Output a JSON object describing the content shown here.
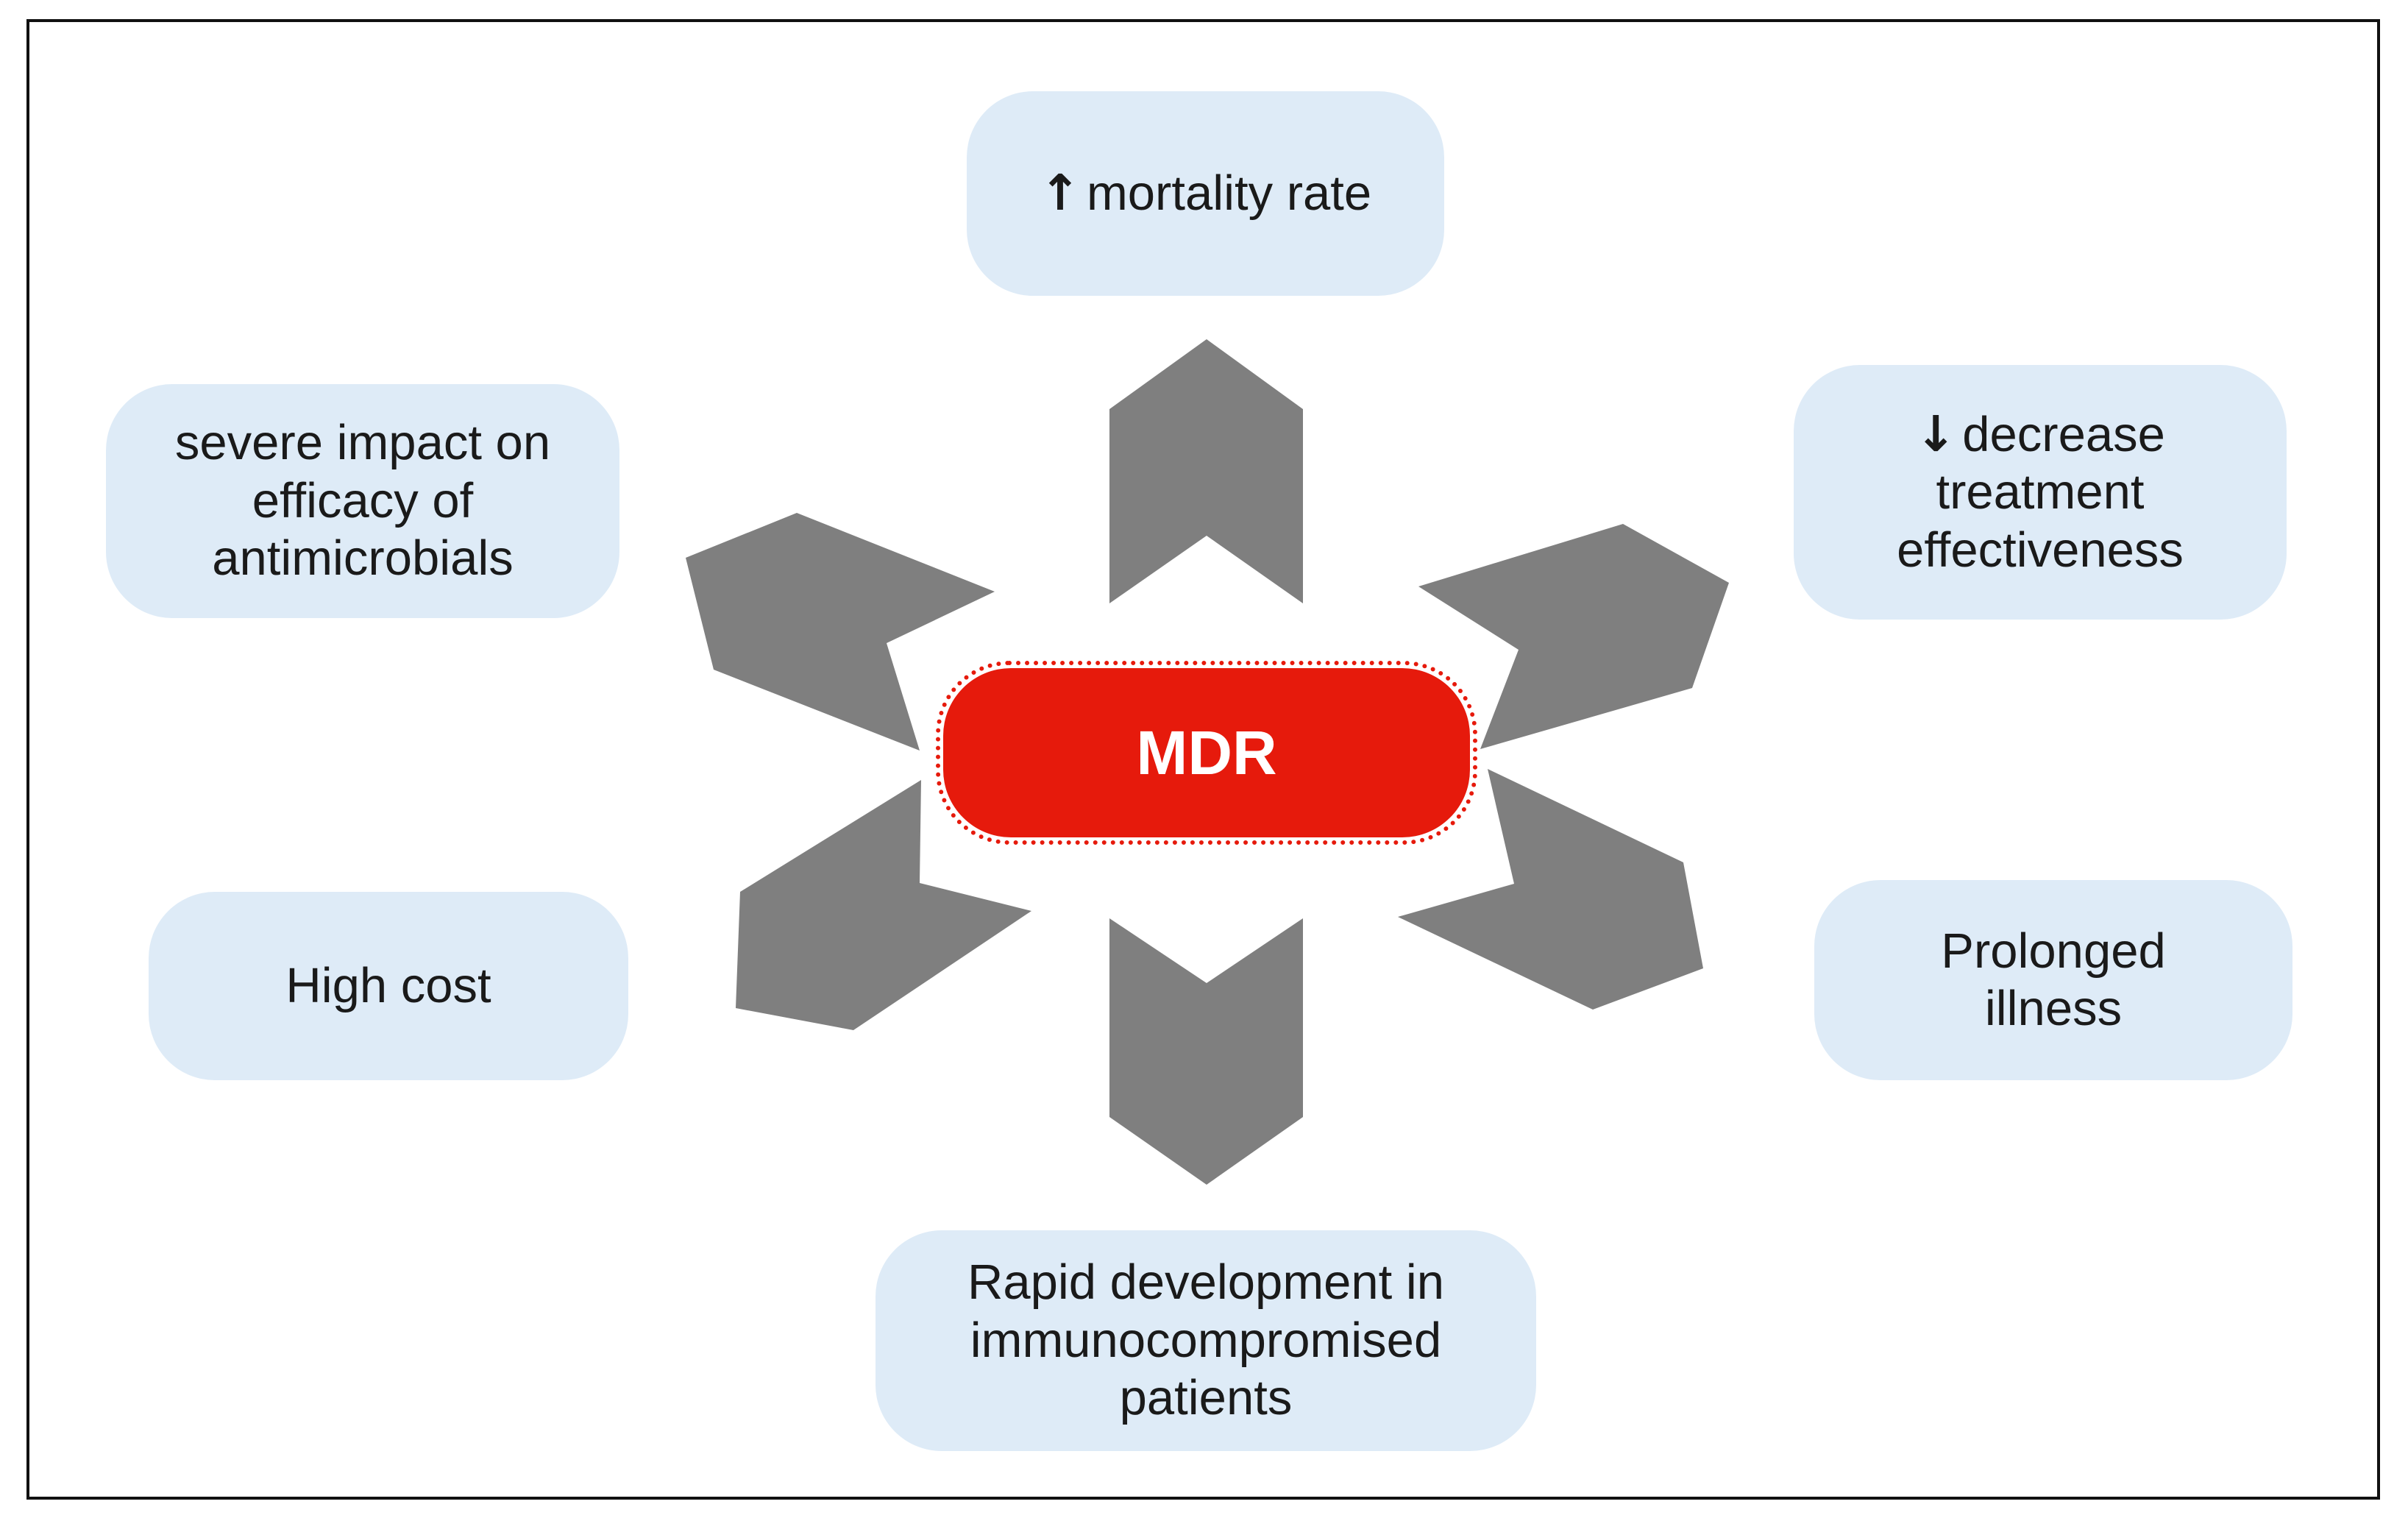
{
  "center": {
    "label": "MDR"
  },
  "effects": {
    "top": {
      "glyph": "↑",
      "text": "mortality rate"
    },
    "upper_right": {
      "glyph": "↓",
      "lines": [
        "decrease",
        "treatment",
        "effectiveness"
      ]
    },
    "lower_right": {
      "lines": [
        "Prolonged",
        "illness"
      ]
    },
    "bottom": {
      "lines": [
        "Rapid development in",
        "immunocompromised",
        "patients"
      ]
    },
    "lower_left": {
      "lines": [
        "High cost"
      ]
    },
    "upper_left": {
      "lines": [
        "severe impact on",
        "efficacy of",
        "antimicrobials"
      ]
    }
  },
  "colors": {
    "hub": "#e61a0c",
    "arrow": "#7f7f7f",
    "box": "#deebf7",
    "text": "#1a1a1a"
  }
}
